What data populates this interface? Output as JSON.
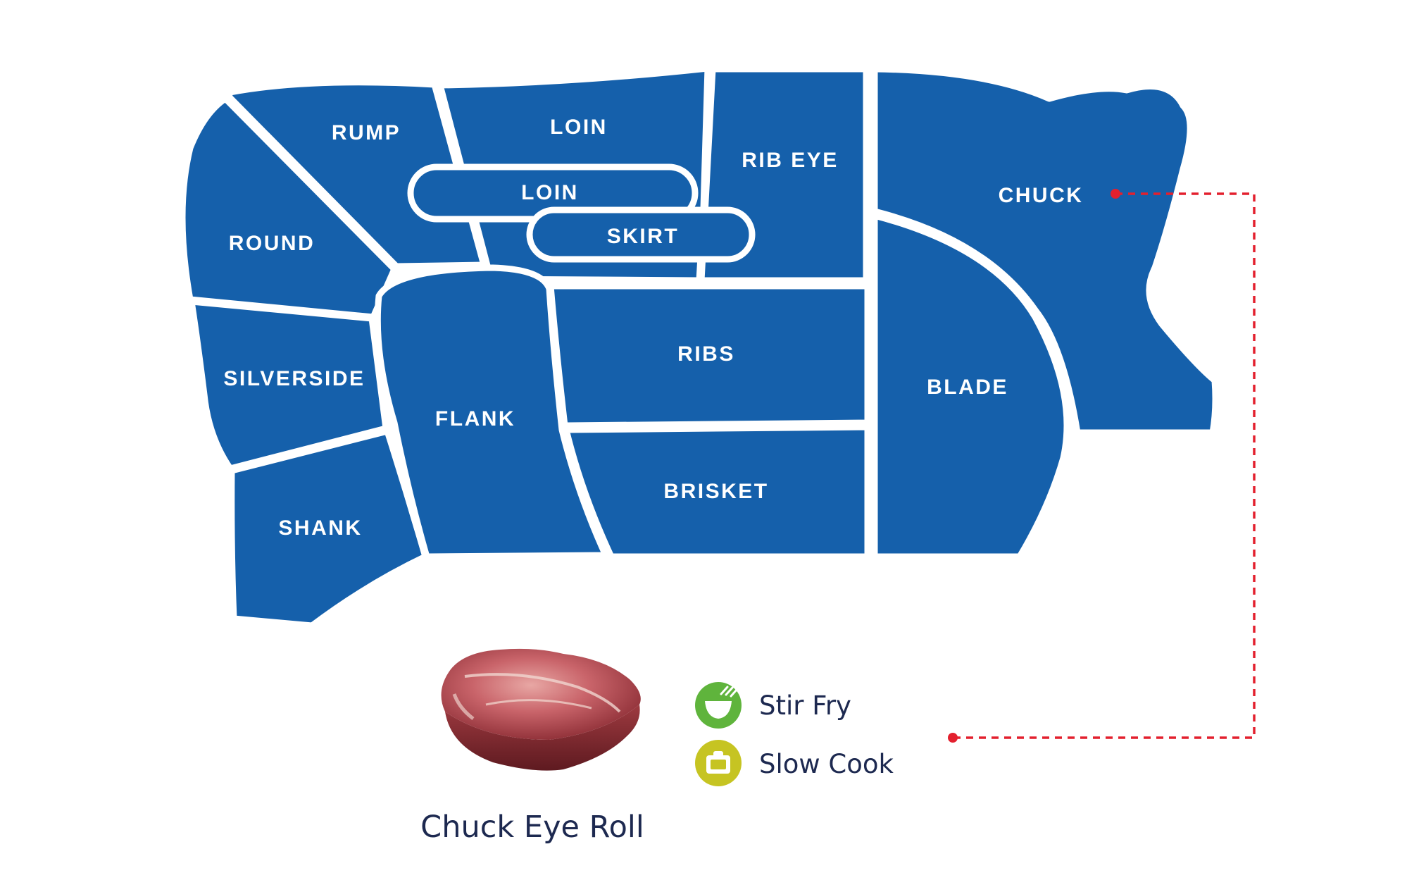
{
  "colors": {
    "cut_fill": "#1560ab",
    "cut_outline": "#ffffff",
    "label_text": "#ffffff",
    "connector": "#e3202e",
    "stir_fry_icon": "#5fb43c",
    "slow_cook_icon": "#c6c422",
    "caption_text": "#1d2950"
  },
  "cuts": {
    "rump": "RUMP",
    "loin_upper": "LOIN",
    "rib_eye": "RIB EYE",
    "chuck": "CHUCK",
    "loin_inner": "LOIN",
    "skirt": "SKIRT",
    "round": "ROUND",
    "silverside": "SILVERSIDE",
    "shank": "SHANK",
    "flank": "FLANK",
    "ribs": "RIBS",
    "brisket": "BRISKET",
    "blade": "BLADE"
  },
  "highlighted_cut": "CHUCK",
  "product": {
    "name": "Chuck Eye Roll",
    "image_icon": "raw-beef-chuck-eye-roll"
  },
  "cooking_methods": [
    {
      "label": "Stir Fry",
      "icon": "wok-bowl-icon"
    },
    {
      "label": "Slow Cook",
      "icon": "slow-cooker-pot-icon"
    }
  ]
}
